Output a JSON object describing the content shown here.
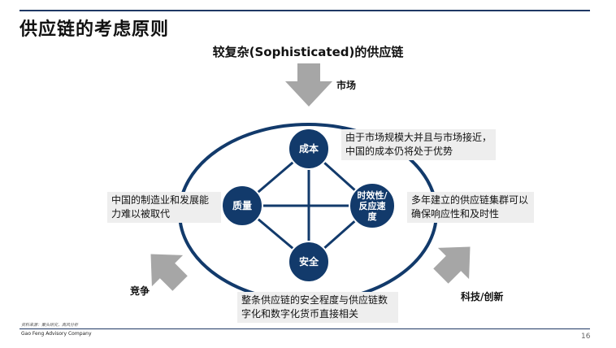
{
  "title": "供应链的考虑原则",
  "subtitle": "较复杂(Sophisticated)的供应链",
  "forces": {
    "market": "市场",
    "competition": "竞争",
    "technology": "科技/创新"
  },
  "nodes": {
    "cost": "成本",
    "quality": "质量",
    "responsiveness": "时效性/反应速度",
    "safety": "安全"
  },
  "callouts": {
    "cost": "由于市场规模大并且与市场接近，中国的成本仍将处于优势",
    "quality": "中国的制造业和发展能力难以被取代",
    "responsiveness": "多年建立的供应链集群可以确保响应性和及时性",
    "safety": "整条供应链的安全程度与供应链数字化和数字化货币直接相关"
  },
  "footer": {
    "source": "资料来源：案头研究，高风分析",
    "company": "Gao Feng Advisory Company",
    "page": "16"
  },
  "colors": {
    "navy": "#123a6b",
    "arrow_gray": "#a6a6a6",
    "callout_bg": "#eeeeee"
  }
}
